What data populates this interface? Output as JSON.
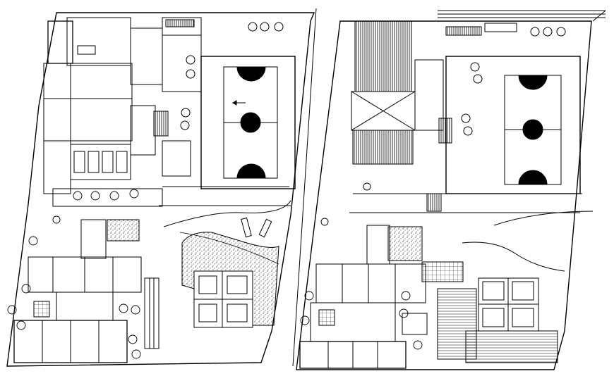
{
  "drawing": {
    "type": "CAD architectural site plan",
    "plans": [
      {
        "name": "left-plan",
        "elements": [
          "sports-court",
          "garden-area",
          "building-blocks",
          "trees",
          "parking"
        ]
      },
      {
        "name": "right-plan",
        "elements": [
          "sports-court",
          "roof-hatch",
          "paving-pattern",
          "building-blocks",
          "trees"
        ]
      }
    ]
  },
  "colors": {
    "background": "#ffffff",
    "line": "#000000",
    "fill_dark": "#000000"
  }
}
